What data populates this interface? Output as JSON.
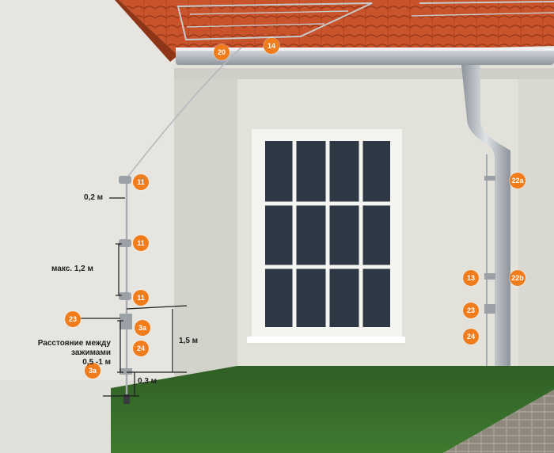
{
  "badges": {
    "b20": "20",
    "b14": "14",
    "b11_top": "11",
    "b11_mid": "11",
    "b11_low": "11",
    "b23_left": "23",
    "b3a_upper": "3a",
    "b24_left": "24",
    "b3a_lower": "3a",
    "b22a": "22a",
    "b13": "13",
    "b22b": "22b",
    "b23_right": "23",
    "b24_right": "24"
  },
  "dimensions": {
    "d_02": "0,2 м",
    "d_max12": "макс. 1,2 м",
    "d_dist_line1": "Расстояние между",
    "d_dist_line2": "зажимами",
    "d_dist_line3": "0,5 -1 м",
    "d_15": "1,5 м",
    "d_03": "0,3 м"
  },
  "colors": {
    "badge": "#f07c1c",
    "wall": "#e7e6e0",
    "roof_tile": "#c8552b",
    "grass": "#3b6b2c",
    "pipe": "#b9bfc4"
  }
}
